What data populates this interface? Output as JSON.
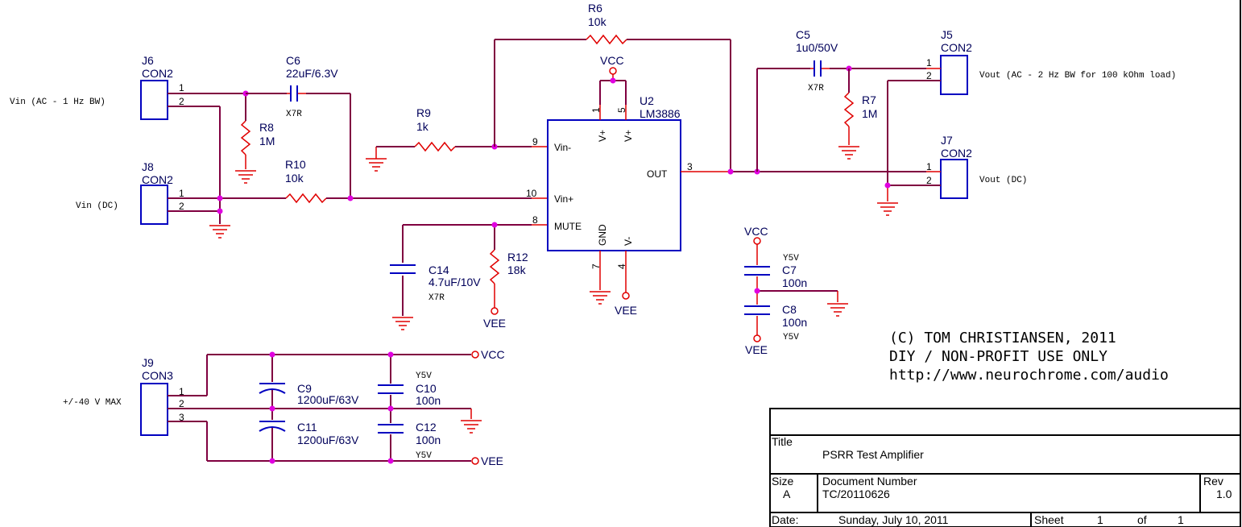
{
  "components": {
    "J6": {
      "ref": "J6",
      "value": "CON2"
    },
    "J8": {
      "ref": "J8",
      "value": "CON2"
    },
    "J9": {
      "ref": "J9",
      "value": "CON3"
    },
    "J5": {
      "ref": "J5",
      "value": "CON2"
    },
    "J7": {
      "ref": "J7",
      "value": "CON2"
    },
    "C6": {
      "ref": "C6",
      "value": "22uF/6.3V",
      "dielectric": "X7R"
    },
    "C5": {
      "ref": "C5",
      "value": "1u0/50V",
      "dielectric": "X7R"
    },
    "C14": {
      "ref": "C14",
      "value": "4.7uF/10V",
      "dielectric": "X7R"
    },
    "C7": {
      "ref": "C7",
      "value": "100n",
      "dielectric": "Y5V"
    },
    "C8": {
      "ref": "C8",
      "value": "100n",
      "dielectric": "Y5V"
    },
    "C9": {
      "ref": "C9",
      "value": "1200uF/63V"
    },
    "C10": {
      "ref": "C10",
      "value": "100n",
      "dielectric": "Y5V"
    },
    "C11": {
      "ref": "C11",
      "value": "1200uF/63V"
    },
    "C12": {
      "ref": "C12",
      "value": "100n",
      "dielectric": "Y5V"
    },
    "R6": {
      "ref": "R6",
      "value": "10k"
    },
    "R7": {
      "ref": "R7",
      "value": "1M"
    },
    "R8": {
      "ref": "R8",
      "value": "1M"
    },
    "R9": {
      "ref": "R9",
      "value": "1k"
    },
    "R10": {
      "ref": "R10",
      "value": "10k"
    },
    "R12": {
      "ref": "R12",
      "value": "18k"
    },
    "U2": {
      "ref": "U2",
      "value": "LM3886"
    }
  },
  "ic_pins": {
    "vin_minus": "Vin-",
    "vin_plus": "Vin+",
    "mute": "MUTE",
    "out": "OUT",
    "vplus_a": "V+",
    "vplus_b": "V+",
    "gnd": "GND",
    "vminus": "V-",
    "n9": "9",
    "n10": "10",
    "n8": "8",
    "n3": "3",
    "n1": "1",
    "n5": "5",
    "n7": "7",
    "n4": "4"
  },
  "connector_pins": {
    "p1": "1",
    "p2": "2",
    "p3": "3"
  },
  "power": {
    "vcc": "VCC",
    "vee": "VEE"
  },
  "net_labels": {
    "vin_ac": "Vin (AC - 1 Hz BW)",
    "vin_dc": "Vin (DC)",
    "vout_ac": "Vout (AC - 2 Hz BW for 100 kOhm load)",
    "vout_dc": "Vout (DC)",
    "supply": "+/-40 V MAX"
  },
  "copyright": {
    "line1": "(C) TOM CHRISTIANSEN, 2011",
    "line2": "DIY / NON-PROFIT USE ONLY",
    "line3": "http://www.neurochrome.com/audio"
  },
  "title_block": {
    "title_label": "Title",
    "title": "PSRR Test Amplifier",
    "size_label": "Size",
    "size": "A",
    "docnum_label": "Document Number",
    "docnum": "TC/20110626",
    "rev_label": "Rev",
    "rev": "1.0",
    "date_label": "Date:",
    "date": "Sunday, July 10, 2011",
    "sheet_label": "Sheet",
    "sheet": "1",
    "of_label": "of",
    "sheet_total": "1"
  }
}
